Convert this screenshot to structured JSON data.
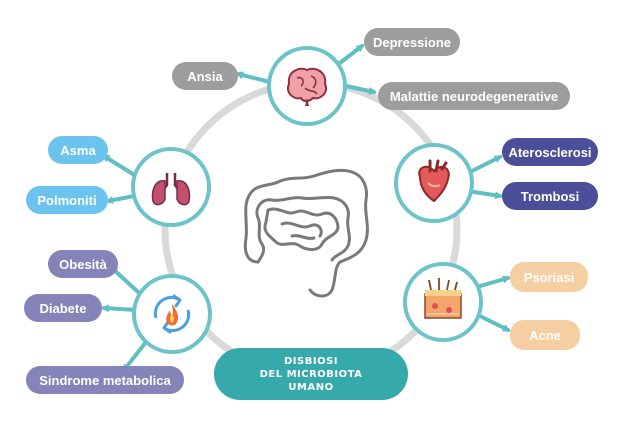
{
  "center": {
    "line1": "DISBIOSI",
    "line2": "DEL MICROBIOTA",
    "line3": "UMANO"
  },
  "hubs": [
    {
      "id": "brain",
      "icon": "brain-icon",
      "conditions": [
        "Ansia",
        "Depressione",
        "Malattie neurodegenerative"
      ]
    },
    {
      "id": "heart",
      "icon": "heart-icon",
      "conditions": [
        "Aterosclerosi",
        "Trombosi"
      ]
    },
    {
      "id": "skin",
      "icon": "skin-icon",
      "conditions": [
        "Psoriasi",
        "Acne"
      ]
    },
    {
      "id": "metabolism",
      "icon": "metabolism-fire-icon",
      "conditions": [
        "Obesità",
        "Diabete",
        "Sindrome metabolica"
      ]
    },
    {
      "id": "lungs",
      "icon": "lungs-icon",
      "conditions": [
        "Asma",
        "Polmoniti"
      ]
    }
  ],
  "central_icon": "intestine-icon",
  "colors": {
    "ring": "#d9d9d9",
    "hub_border": "#6cc3c9",
    "arrow": "#5fbfc4",
    "gray_pill": "#9d9d9d",
    "blue_pill": "#6cc3ee",
    "purple_pill": "#8484b8",
    "navy_pill": "#4a4f98",
    "peach_pill": "#f5cfa2",
    "center_badge": "#36a9ac"
  }
}
